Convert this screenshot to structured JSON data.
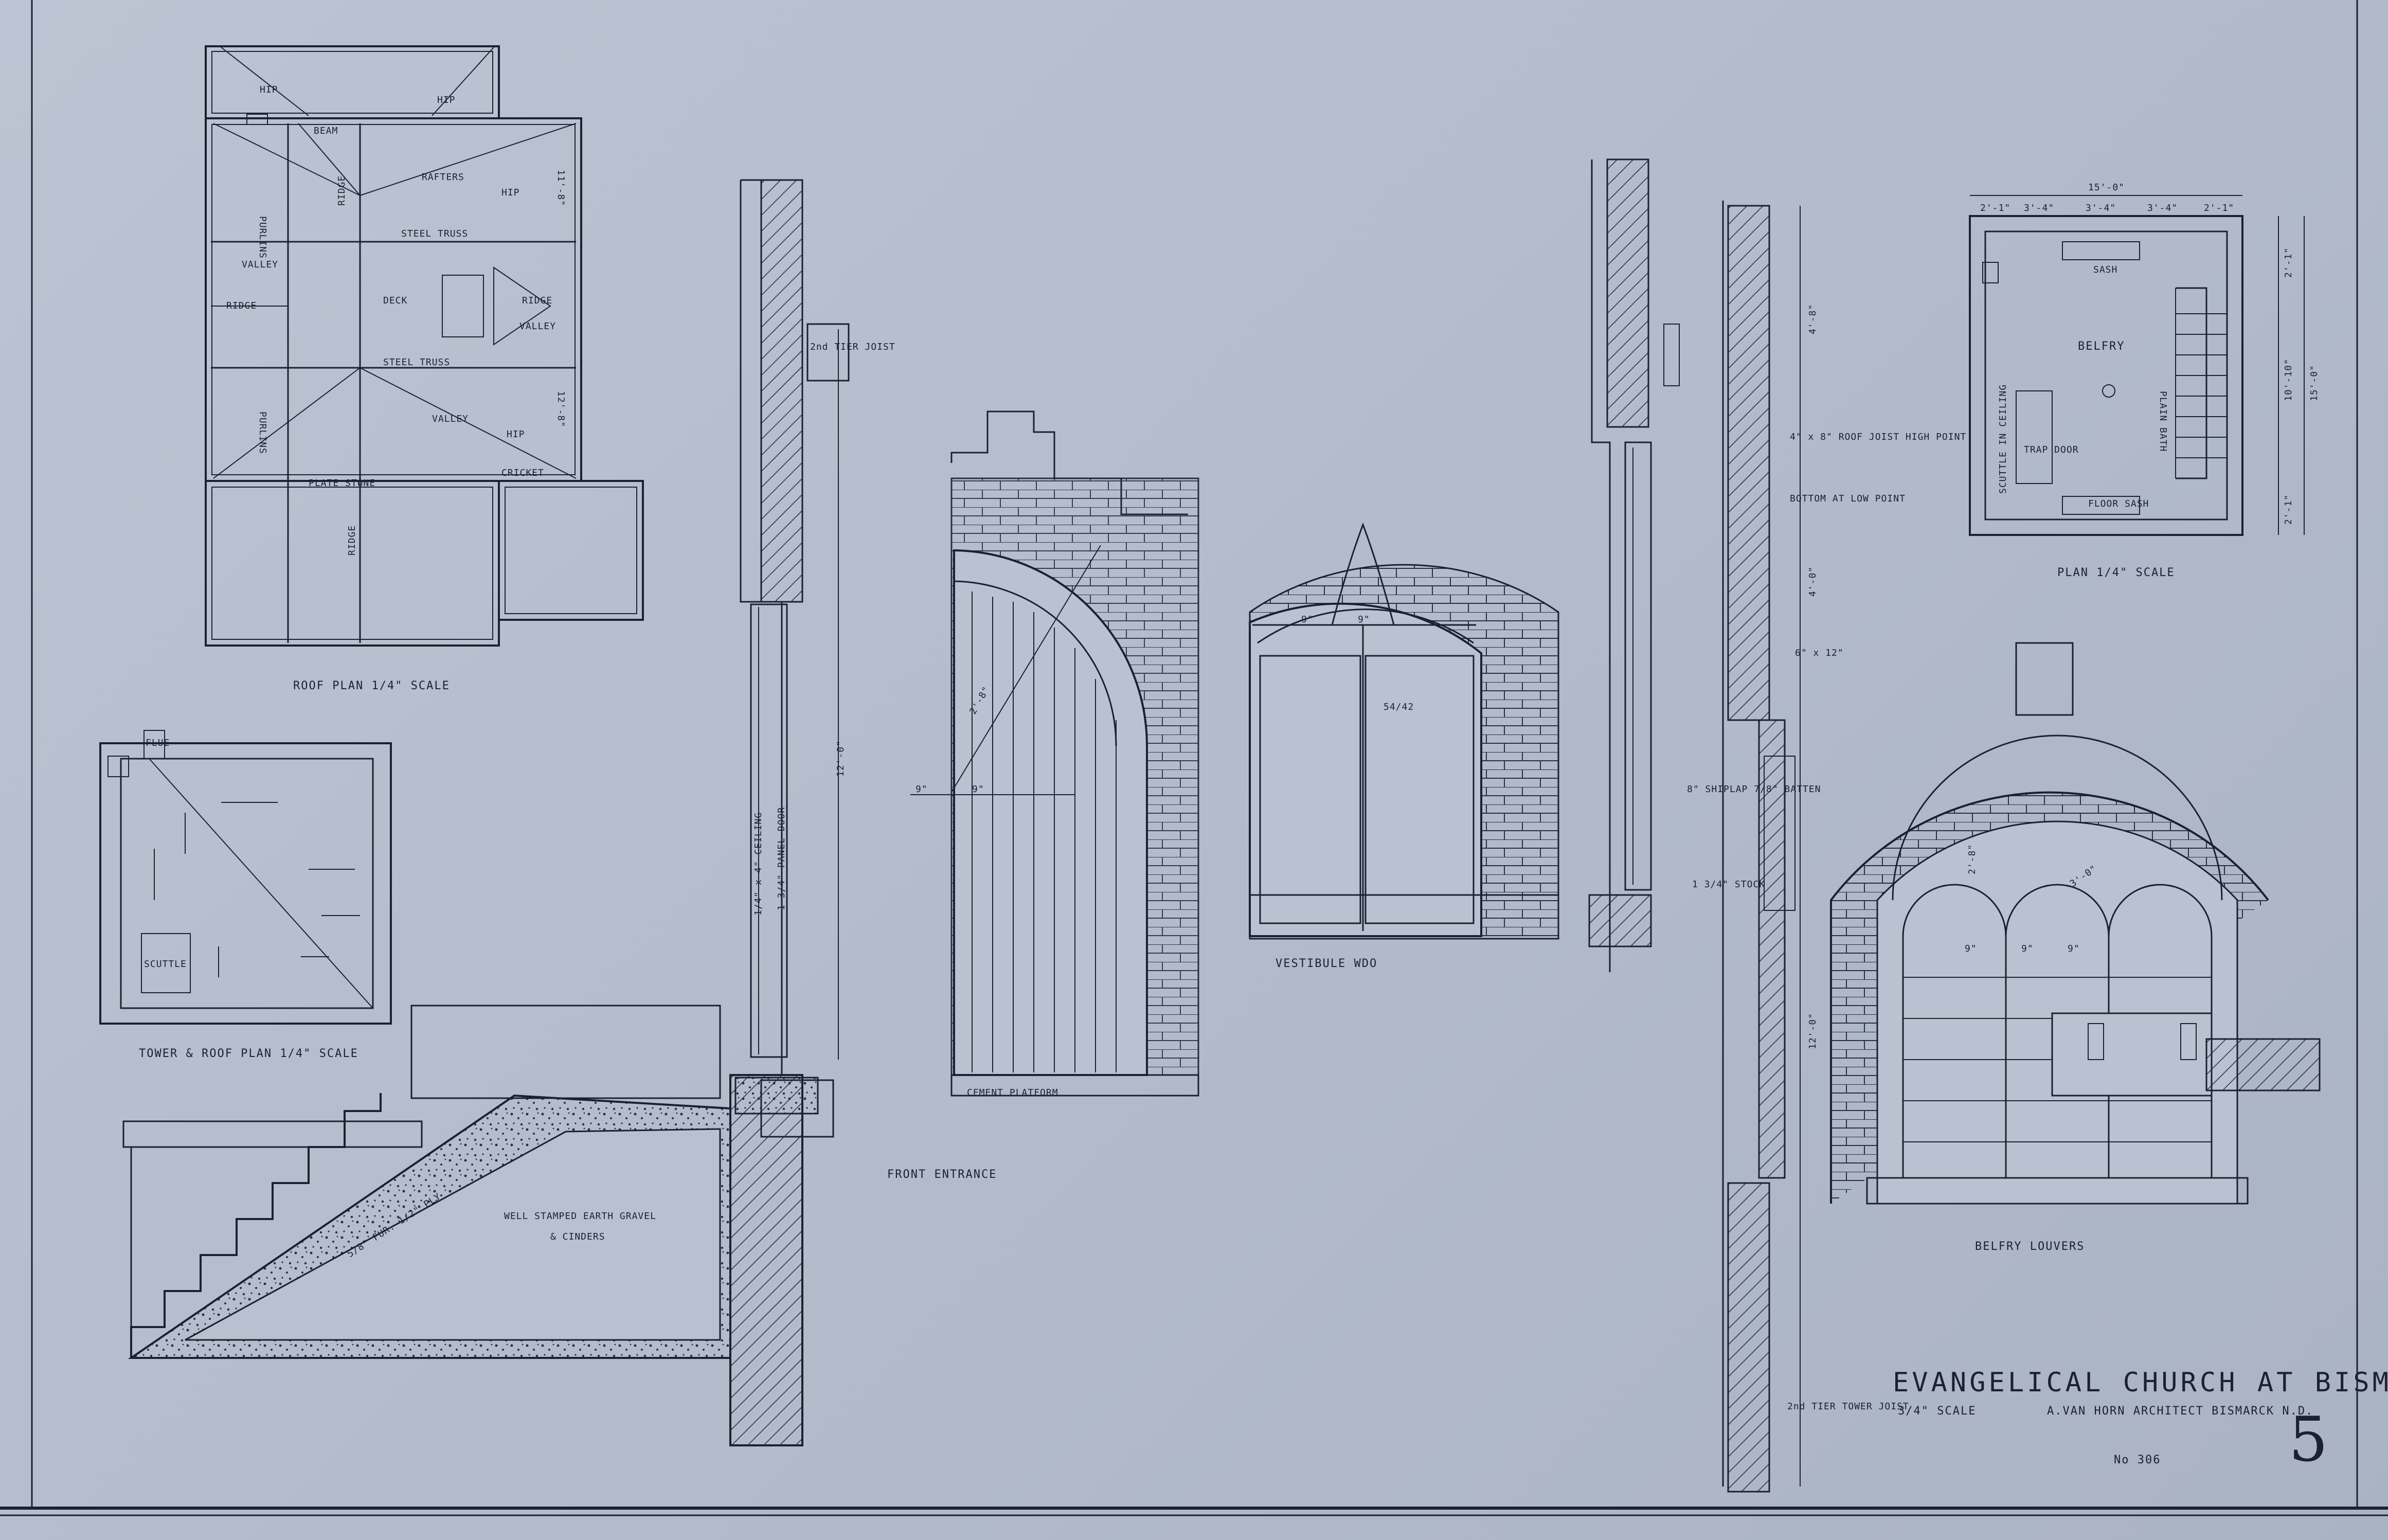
{
  "drawings": {
    "roof_plan": {
      "caption": "ROOF PLAN 1/4\" SCALE",
      "notes": [
        "HIP",
        "BEAM",
        "HIP",
        "RAFTERS",
        "HIP",
        "PURLINS",
        "RIDGE",
        "STEEL TRUSS",
        "VALLEY",
        "RIDGE",
        "DECK",
        "RIDGE",
        "VALLEY",
        "PURLINS",
        "STEEL TRUSS",
        "VALLEY",
        "HIP",
        "PLATE STONE",
        "RIDGE",
        "CRICKET",
        "11'-8\"",
        "12'-8\""
      ]
    },
    "tower_roof_plan": {
      "caption": "TOWER & ROOF PLAN 1/4\" SCALE",
      "notes": [
        "SCUTTLE",
        "FLUE"
      ]
    },
    "front_entrance": {
      "caption": "FRONT ENTRANCE",
      "notes": [
        "2nd TIER JOIST",
        "12'-0\"",
        "1 3/4\" PANEL DOOR",
        "1/4\" x 4\" CEILING",
        "CEMENT PLATFORM",
        "9\"",
        "9\"",
        "2'-8\""
      ]
    },
    "stair_section": {
      "notes": [
        "WELL STAMPED EARTH GRAVEL",
        "& CINDERS",
        "5/8\" FUR. 1/2\" PLY"
      ]
    },
    "vestibule_window": {
      "caption": "VESTIBULE WDO",
      "notes": [
        "9\"",
        "9\"",
        "54/42"
      ]
    },
    "tower_section": {
      "notes": [
        "4'-8\"",
        "4\" x 8\" ROOF JOIST HIGH POINT",
        "BOTTOM AT LOW POINT",
        "4'-0\"",
        "6\" x 12\"",
        "8\" SHIPLAP 7/8\" BATTEN",
        "1 3/4\" STOCK",
        "12'-0\"",
        "2nd TIER TOWER JOIST"
      ]
    },
    "belfry_plan": {
      "caption": "PLAN 1/4\" SCALE",
      "notes": [
        "15'-0\"",
        "2'-1\"",
        "3'-4\"",
        "3'-4\"",
        "3'-4\"",
        "2'-1\"",
        "SASH",
        "BELFRY",
        "PLAIN BATH",
        "TRAP DOOR",
        "SCUTTLE IN CEILING",
        "10'-10\"",
        "15'-0\"",
        "2'-1\"",
        "2'-1\"",
        "FLOOR SASH"
      ]
    },
    "belfry_louvers": {
      "caption": "BELFRY LOUVERS",
      "notes": [
        "9\"",
        "9\"",
        "9\"",
        "2'-8\"",
        "3'-0\""
      ]
    }
  },
  "title_block": {
    "project": "EVANGELICAL CHURCH AT BISMARCK N.D.",
    "scale": "3/4\" SCALE",
    "architect": "A.VAN HORN ARCHITECT BISMARCK N.D.",
    "drawing_number": "No 306",
    "sheet_number": "5"
  }
}
